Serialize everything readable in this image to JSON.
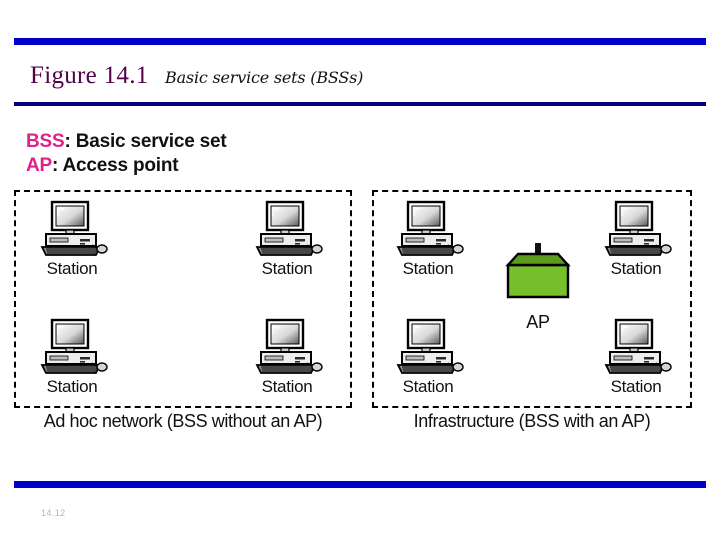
{
  "slide": {
    "figure_label": "Figure 14.1",
    "figure_title": "Basic service sets (BSSs)",
    "footer_number": "14.12",
    "colors": {
      "rule_thick": "#0000CC",
      "rule_thin": "#000080",
      "figure_label_color": "#54004A",
      "legend_key_color": "#E0218A",
      "ap_front": "#76C12B",
      "ap_top": "#5D9B1F",
      "outline": "#000000",
      "footer_color": "#B4B4B4"
    }
  },
  "legend": {
    "lines": [
      {
        "key": "BSS",
        "sep": ": ",
        "text": "Basic service set"
      },
      {
        "key": "AP",
        "sep": ": ",
        "text": "Access point"
      }
    ]
  },
  "diagram": {
    "boxes": [
      {
        "id": "adhoc",
        "caption": "Ad hoc network  (BSS without an AP)",
        "stations": [
          {
            "label": "Station"
          },
          {
            "label": "Station"
          },
          {
            "label": "Station"
          },
          {
            "label": "Station"
          }
        ]
      },
      {
        "id": "infra",
        "caption": "Infrastructure (BSS with an AP)",
        "stations": [
          {
            "label": "Station"
          },
          {
            "label": "Station"
          },
          {
            "label": "Station"
          },
          {
            "label": "Station"
          }
        ],
        "access_point": {
          "label": "AP"
        }
      }
    ]
  },
  "icons": {
    "computer": "desktop-computer-icon",
    "access_point": "access-point-icon",
    "antenna": "antenna-icon"
  }
}
